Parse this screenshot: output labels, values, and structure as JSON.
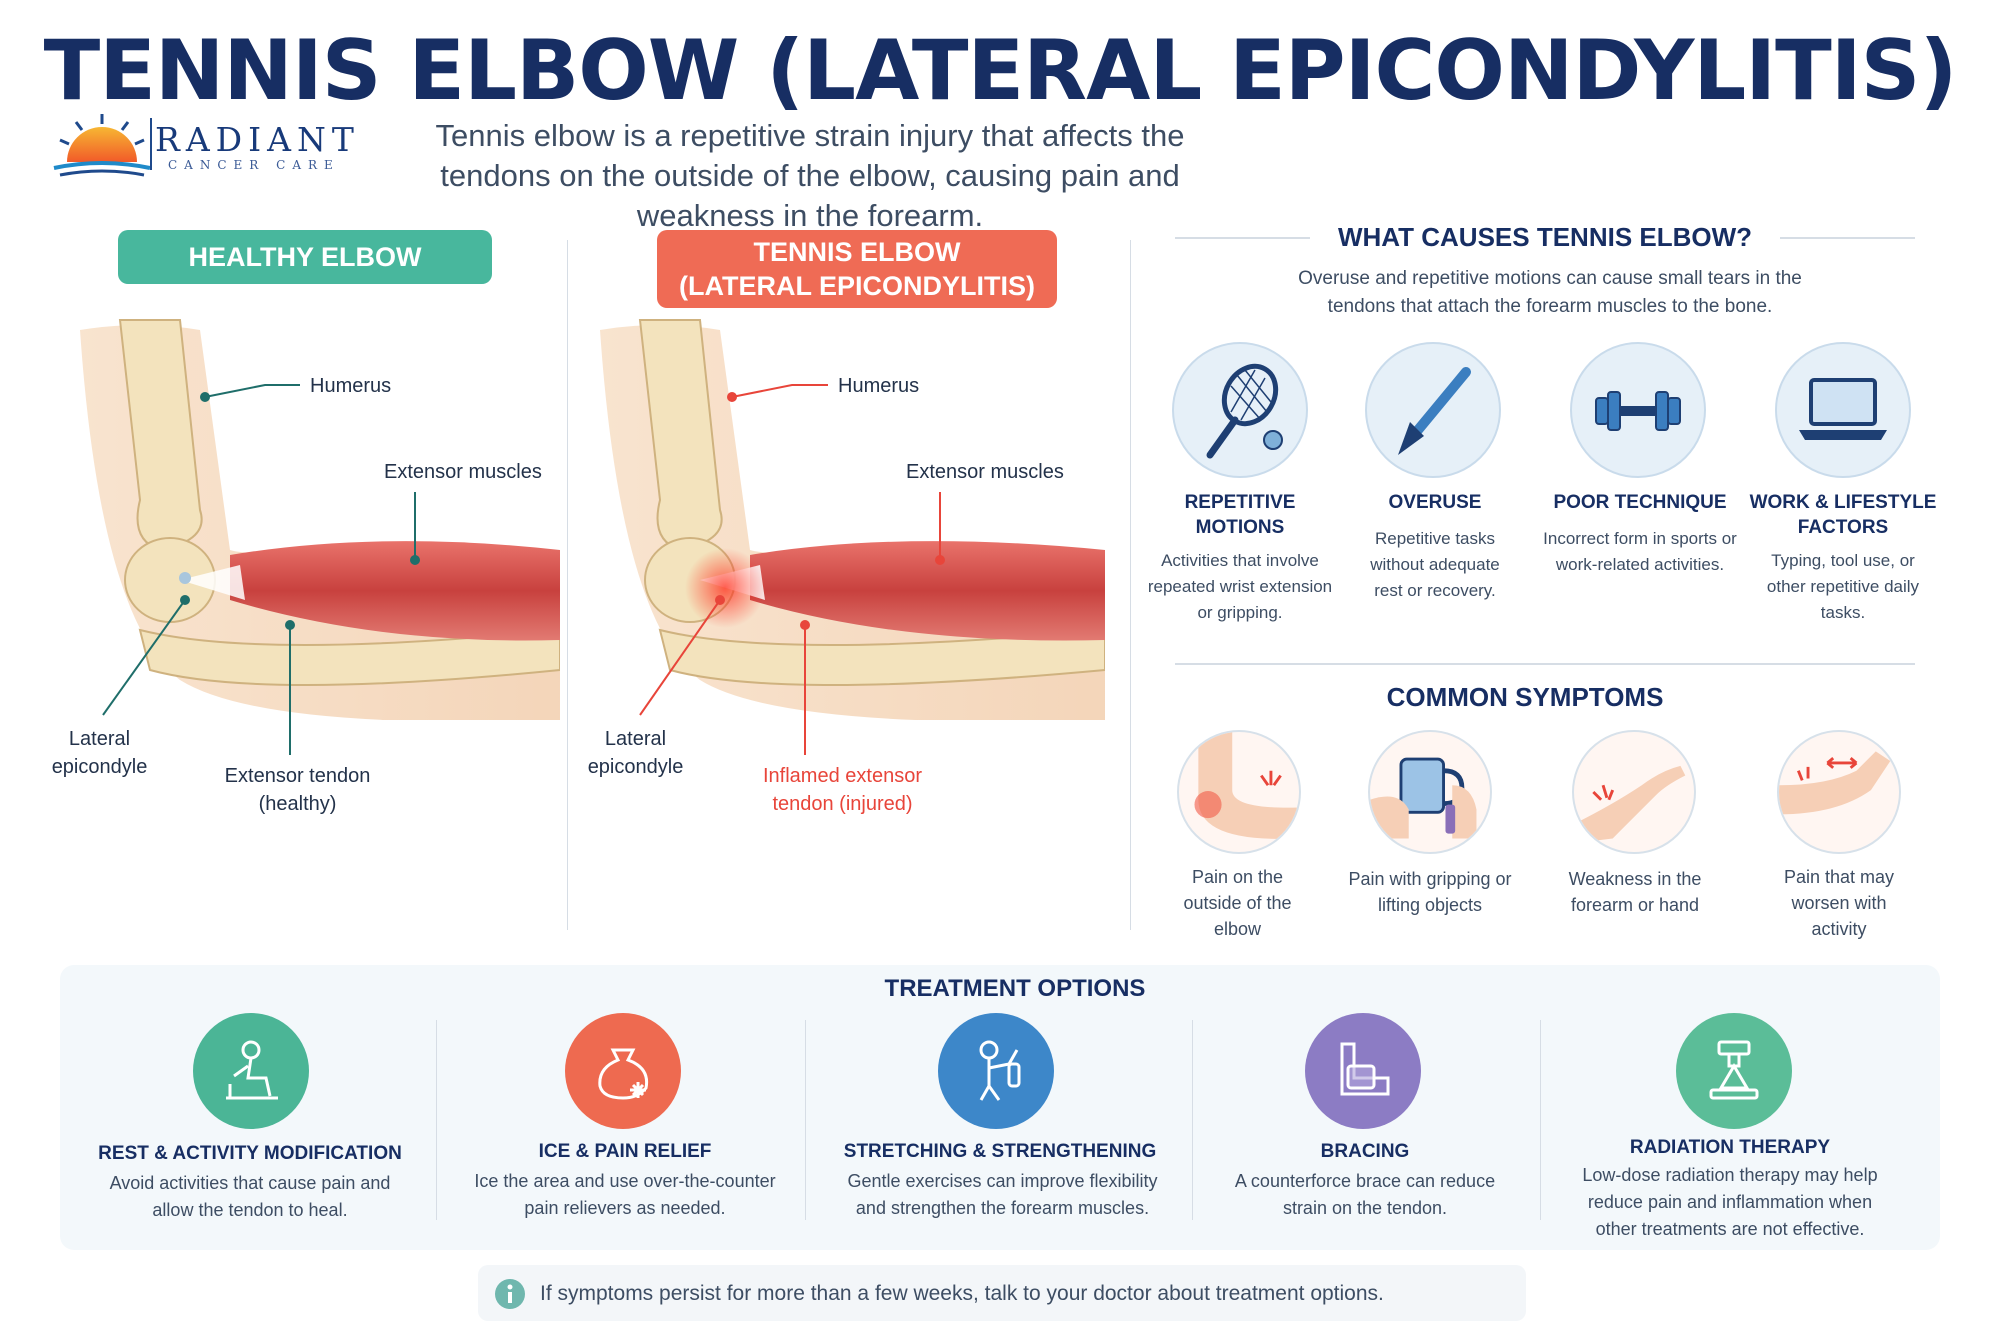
{
  "title": "TENNIS ELBOW (LATERAL EPICONDYLITIS)",
  "logo": {
    "name": "RADIANT",
    "sub": "CANCER CARE"
  },
  "intro": "Tennis elbow is a repetitive strain injury that affects the tendons on the outside of the elbow, causing pain and weakness in the forearm.",
  "healthy": {
    "banner": "HEALTHY ELBOW",
    "labels": {
      "humerus": "Humerus",
      "extensor_muscles": "Extensor muscles",
      "lateral_epicondyle": "Lateral epicondyle",
      "extensor_tendon": "Extensor tendon (healthy)"
    }
  },
  "tennis": {
    "banner_line1": "TENNIS ELBOW",
    "banner_line2": "(LATERAL EPICONDYLITIS)",
    "labels": {
      "humerus": "Humerus",
      "extensor_muscles": "Extensor muscles",
      "lateral_epicondyle": "Lateral epicondyle",
      "inflamed_tendon": "Inflamed extensor tendon (injured)"
    }
  },
  "causes": {
    "heading": "WHAT CAUSES TENNIS ELBOW?",
    "text": "Overuse and repetitive motions can cause small tears in the tendons that attach the forearm muscles to the bone.",
    "items": [
      {
        "icon": "tennis-racket-icon",
        "title": "REPETITIVE MOTIONS",
        "text": "Activities that involve repeated wrist extension or gripping."
      },
      {
        "icon": "paintbrush-icon",
        "title": "OVERUSE",
        "text": "Repetitive tasks without adequate rest or recovery."
      },
      {
        "icon": "dumbbell-icon",
        "title": "POOR TECHNIQUE",
        "text": "Incorrect form in sports or work-related activities."
      },
      {
        "icon": "laptop-icon",
        "title": "WORK & LIFESTYLE FACTORS",
        "text": "Typing, tool use, or other repetitive daily tasks."
      }
    ]
  },
  "symptoms": {
    "heading": "COMMON SYMPTOMS",
    "items": [
      {
        "icon": "elbow-pain-icon",
        "text": "Pain on the outside of the elbow"
      },
      {
        "icon": "gripping-mug-icon",
        "text": "Pain with gripping or lifting objects"
      },
      {
        "icon": "weak-hand-icon",
        "text": "Weakness in the forearm or hand"
      },
      {
        "icon": "arm-activity-pain-icon",
        "text": "Pain that may worsen with activity"
      }
    ]
  },
  "treatment": {
    "heading": "TREATMENT OPTIONS",
    "items": [
      {
        "icon": "resting-person-icon",
        "color": "#4bb596",
        "title": "REST & ACTIVITY MODIFICATION",
        "text": "Avoid activities that cause pain and allow the tendon to heal."
      },
      {
        "icon": "ice-pack-icon",
        "color": "#ee6a50",
        "title": "ICE & PAIN RELIEF",
        "text": "Ice the area and use over-the-counter pain relievers as needed."
      },
      {
        "icon": "stretching-person-icon",
        "color": "#3d87c9",
        "title": "STRETCHING & STRENGTHENING",
        "text": "Gentle exercises can improve flexibility and strengthen the forearm muscles."
      },
      {
        "icon": "elbow-brace-icon",
        "color": "#8c7cc4",
        "title": "BRACING",
        "text": "A counterforce brace can reduce strain on the tendon."
      },
      {
        "icon": "radiation-machine-icon",
        "color": "#5bbd98",
        "title": "RADIATION THERAPY",
        "text": "Low-dose radiation therapy may help reduce pain and inflammation when other treatments are not effective."
      }
    ]
  },
  "footer": "If symptoms persist for more than a few weeks, talk to your doctor about treatment options.",
  "colors": {
    "navy": "#172e63",
    "teal": "#48b79d",
    "coral": "#ef6b55",
    "inflamed": "#e8453a"
  }
}
